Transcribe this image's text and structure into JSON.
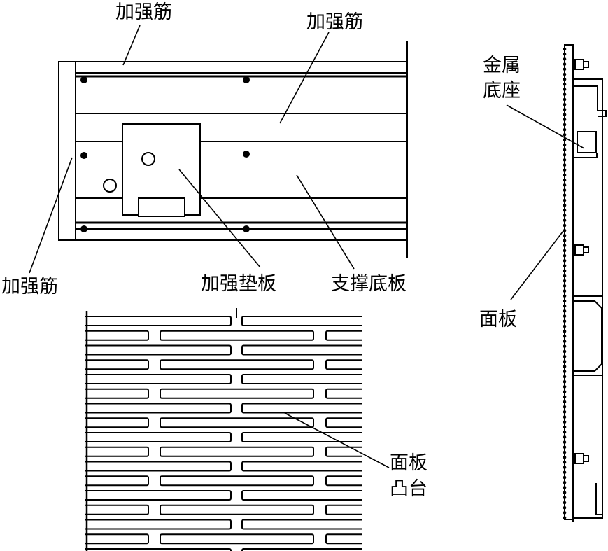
{
  "labels": {
    "rib_top_left": "加强筋",
    "rib_top_right": "加强筋",
    "rib_left": "加强筋",
    "pad_plate": "加强垫板",
    "support_base": "支撑底板",
    "metal_base_line1": "金属",
    "metal_base_line2": "底座",
    "panel_side": "面板",
    "panel_boss_line1": "面板",
    "panel_boss_line2": "凸台"
  },
  "colors": {
    "ink": "#000000",
    "paper": "#ffffff"
  }
}
